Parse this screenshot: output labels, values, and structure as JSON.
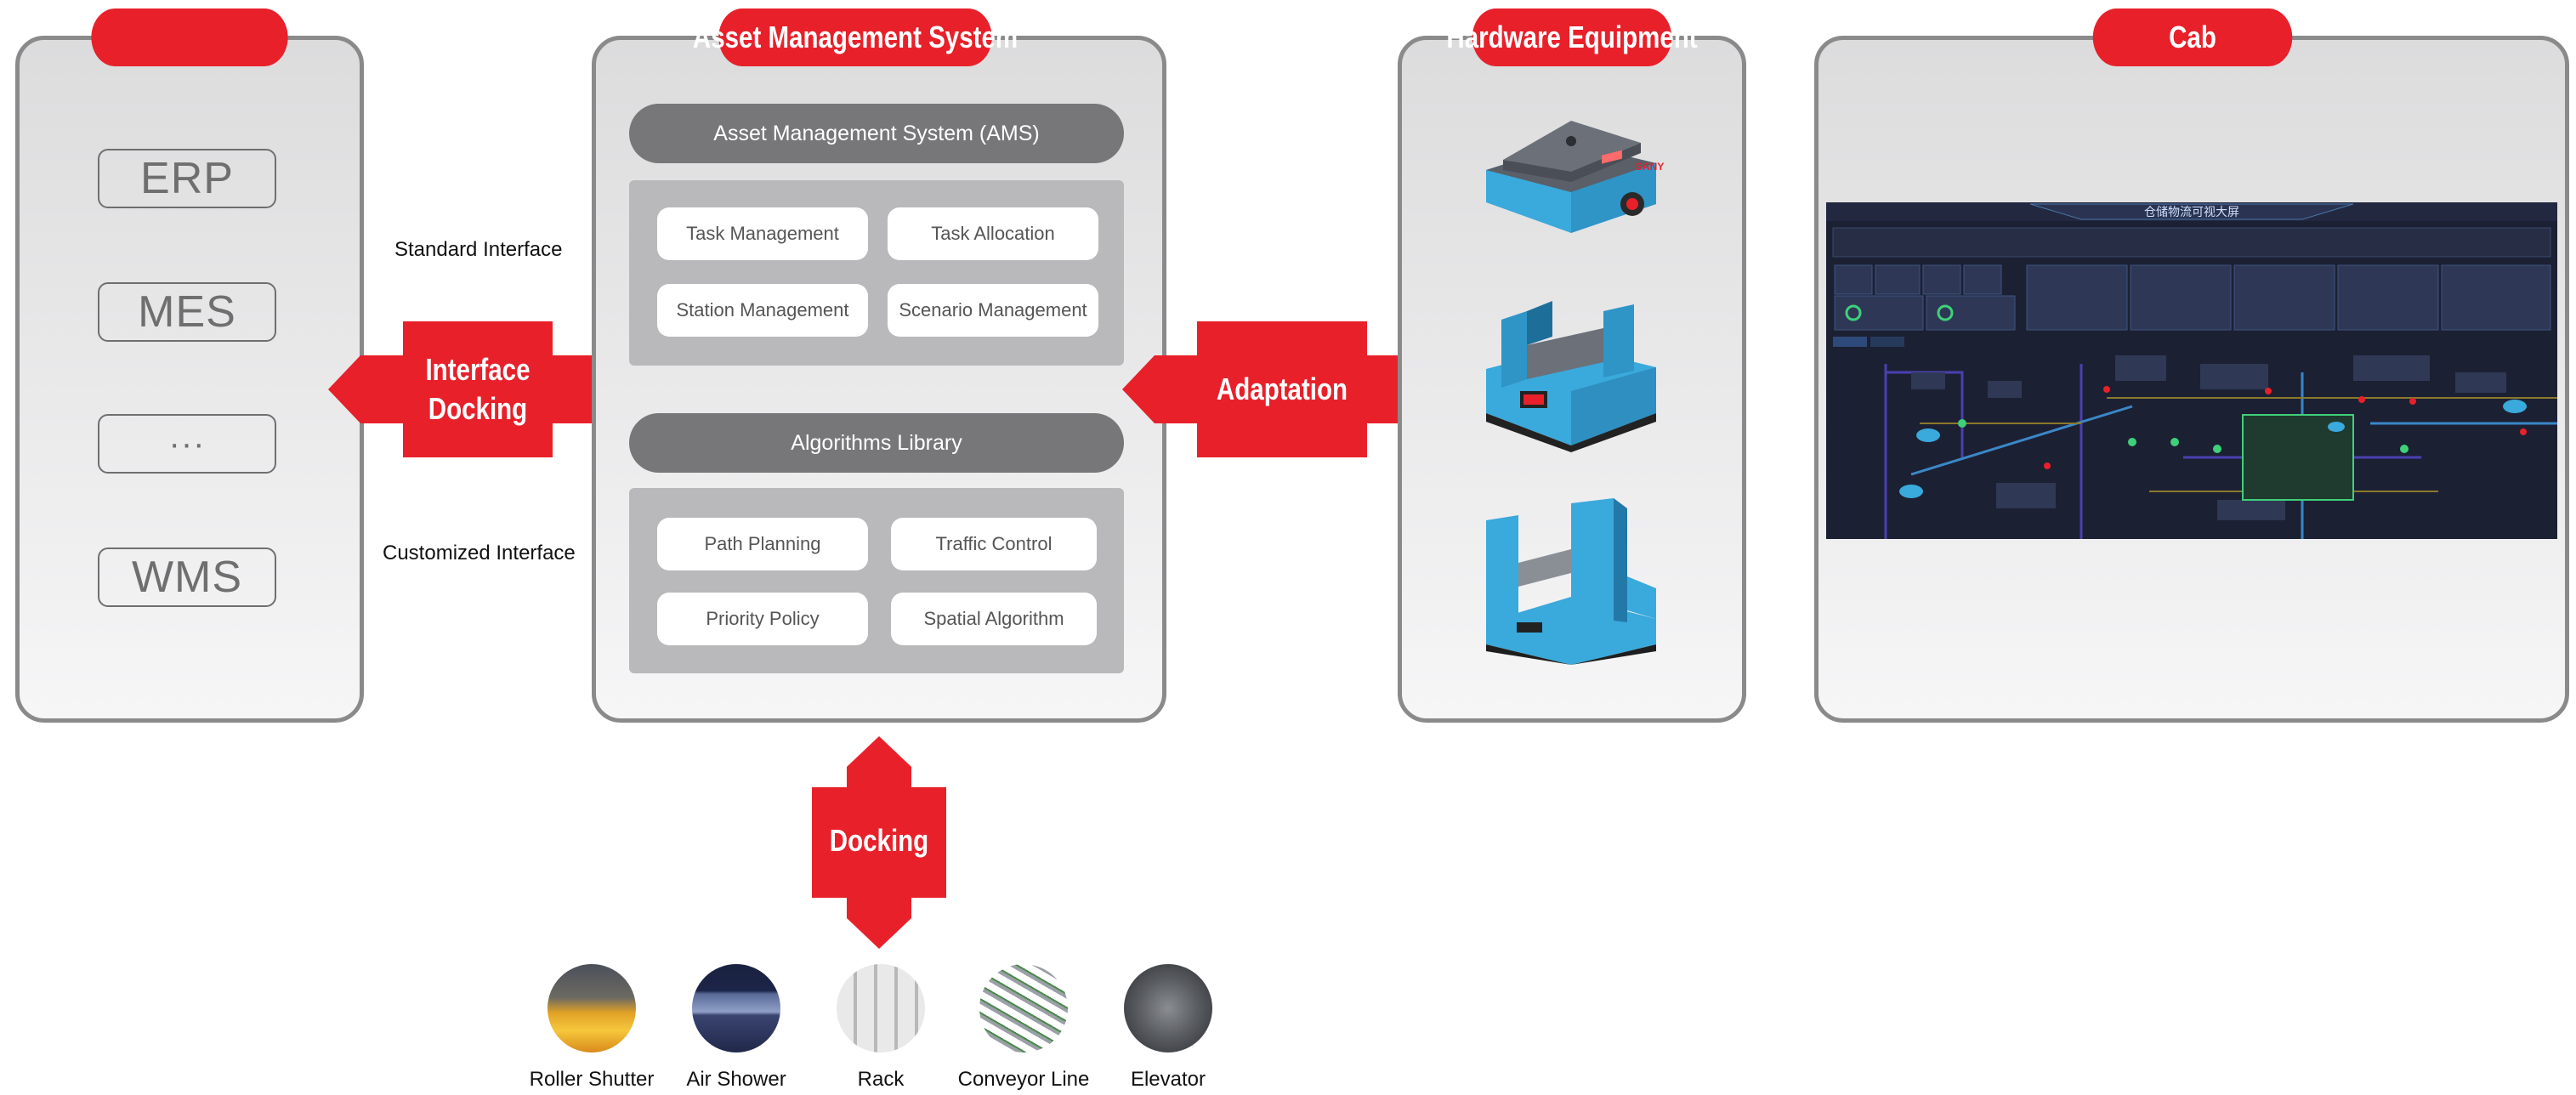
{
  "left_panel": {
    "title": "",
    "systems": [
      "ERP",
      "MES",
      "···",
      "WMS"
    ]
  },
  "labels": {
    "standard_interface": "Standard Interface",
    "customized_interface": "Customized Interface"
  },
  "arrows": {
    "interface_docking_line1": "Interface",
    "interface_docking_line2": "Docking",
    "adaptation": "Adaptation",
    "docking": "Docking"
  },
  "ams_panel": {
    "title": "Asset Management System",
    "header": "Asset Management System (AMS)",
    "modules": [
      "Task Management",
      "Task Allocation",
      "Station Management",
      "Scenario Management"
    ],
    "algorithms_header": "Algorithms Library",
    "algorithms": [
      "Path Planning",
      "Traffic Control",
      "Priority Policy",
      "Spatial Algorithm"
    ]
  },
  "hardware_panel": {
    "title": "Hardware Equipment",
    "robot_brand": "SANY"
  },
  "cab_panel": {
    "title": "Cab",
    "screen_title": "仓储物流可视大屏"
  },
  "facilities": [
    "Roller Shutter",
    "Air Shower",
    "Rack",
    "Conveyor Line",
    "Elevator"
  ],
  "colors": {
    "accent_red": "#e8202a",
    "panel_border": "#8a8a8a",
    "header_gray": "#77777a",
    "area_gray": "#b9b9bb",
    "robot_blue": "#3aa9dc",
    "dashboard_bg": "#1c2033"
  }
}
